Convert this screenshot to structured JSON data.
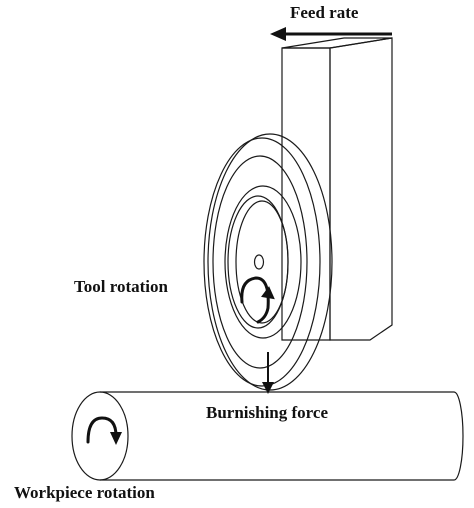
{
  "labels": {
    "feed_rate": "Feed rate",
    "tool_rotation": "Tool rotation",
    "burnishing_force": "Burnishing force",
    "workpiece_rotation": "Workpiece rotation"
  },
  "colors": {
    "line": "#1a1a1a",
    "fill": "#ffffff"
  }
}
